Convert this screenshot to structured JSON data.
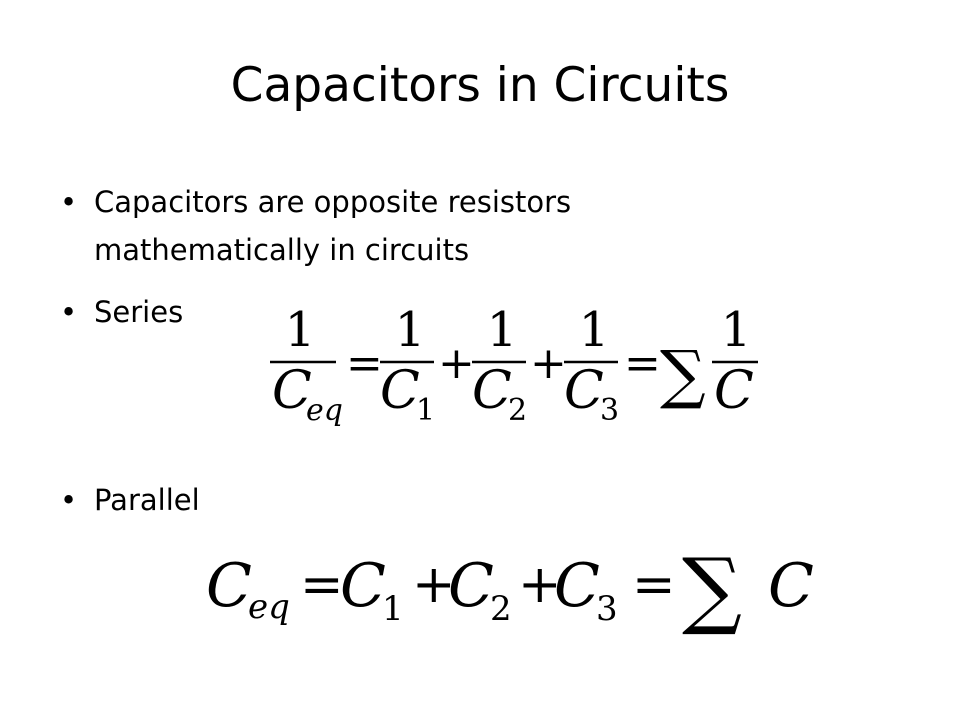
{
  "slide": {
    "title": "Capacitors in Circuits",
    "bullets": [
      "Capacitors are opposite resistors mathematically in circuits",
      "Series",
      "Parallel"
    ],
    "bullet_symbol": "•"
  },
  "series_equation": {
    "one": "1",
    "C": "C",
    "eq": "eq",
    "sub1": "1",
    "sub2": "2",
    "sub3": "3",
    "equals": "=",
    "plus": "+",
    "sum": "∑"
  },
  "parallel_equation": {
    "C": "C",
    "eq": "eq",
    "sub1": "1",
    "sub2": "2",
    "sub3": "3",
    "equals": "=",
    "plus": "+",
    "sum": "∑"
  }
}
